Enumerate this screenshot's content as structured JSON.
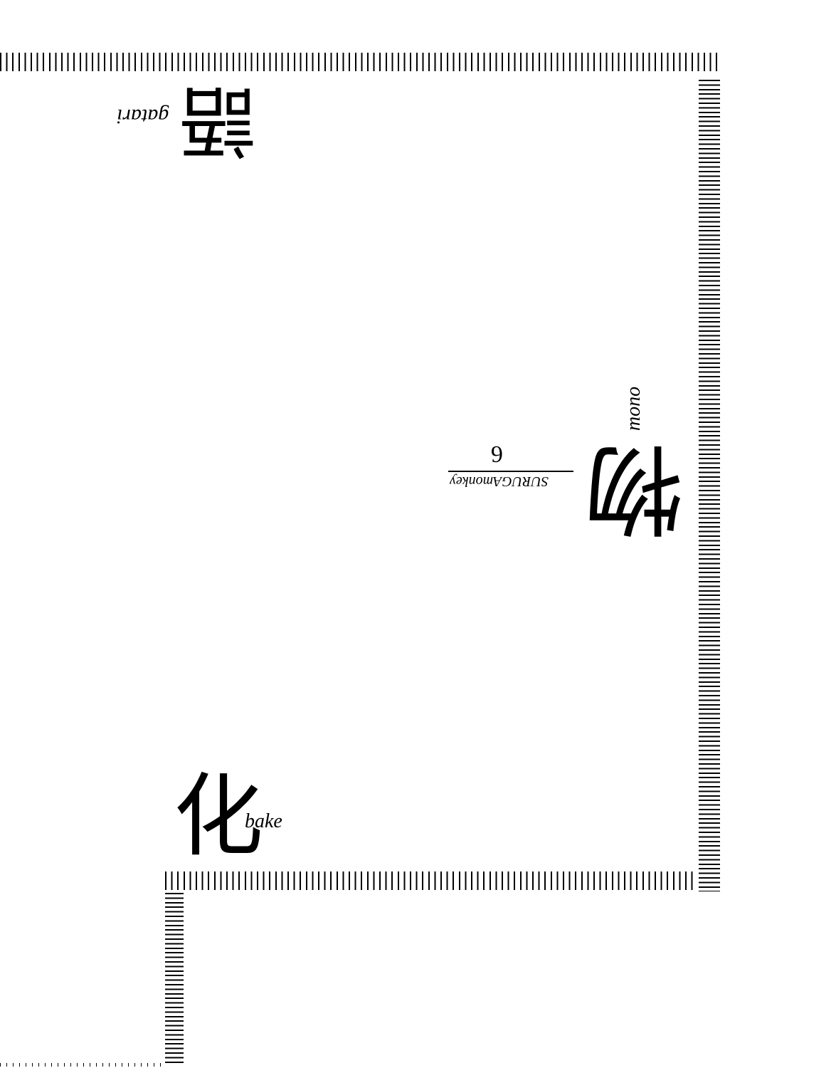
{
  "title": {
    "kanji_top": "語",
    "reading_top": "gatari",
    "kanji_middle": "物",
    "reading_middle": "mono",
    "kanji_bottom": "化",
    "reading_bottom": "bake"
  },
  "chapter": {
    "series": "SURUGAmonkey",
    "number": "6"
  },
  "colors": {
    "ink": "#000000",
    "paper": "#ffffff"
  }
}
